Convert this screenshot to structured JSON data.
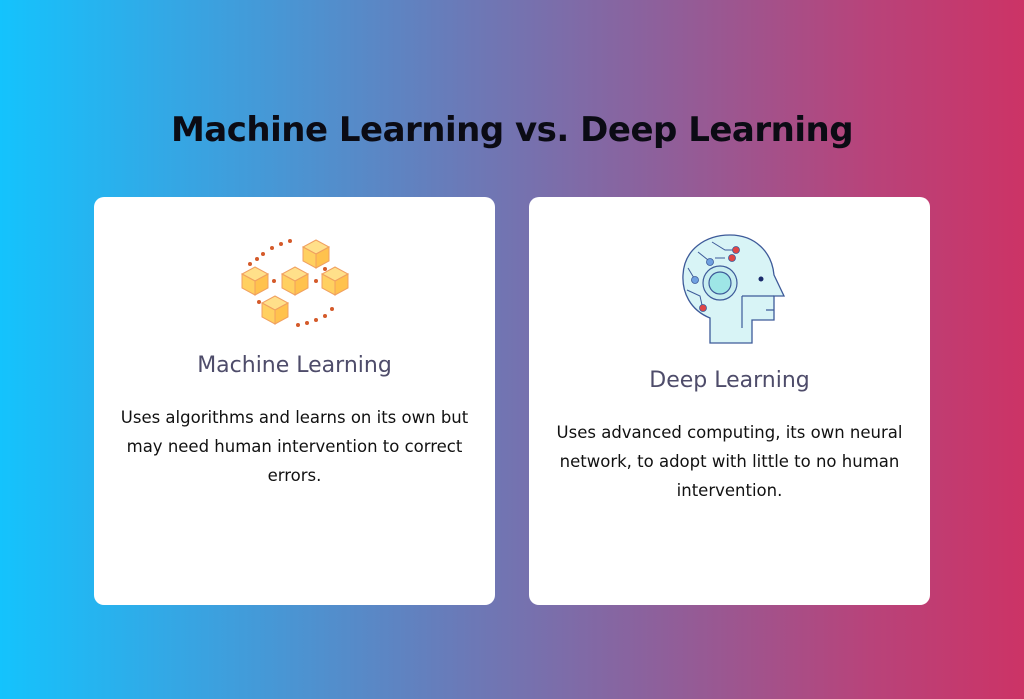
{
  "header": {
    "title": "Machine Learning vs. Deep Learning"
  },
  "cards": [
    {
      "icon": "connected-cubes-icon",
      "title": "Machine Learning",
      "description": "Uses algorithms and learns on its own but may need human intervention to correct errors."
    },
    {
      "icon": "ai-head-circuit-icon",
      "title": "Deep Learning",
      "description": "Uses advanced computing, its own neural network, to adopt with little to no human intervention."
    }
  ],
  "colors": {
    "gradient_left": "#14c3fd",
    "gradient_right": "#cc3366",
    "card_bg": "#ffffff",
    "card_title": "#4e4c6a",
    "cube_fill": "#ffd36b",
    "cube_stroke": "#f0a060",
    "dots": "#d45a2a",
    "head_fill": "#d8f4f6",
    "head_stroke": "#3d5a99"
  }
}
